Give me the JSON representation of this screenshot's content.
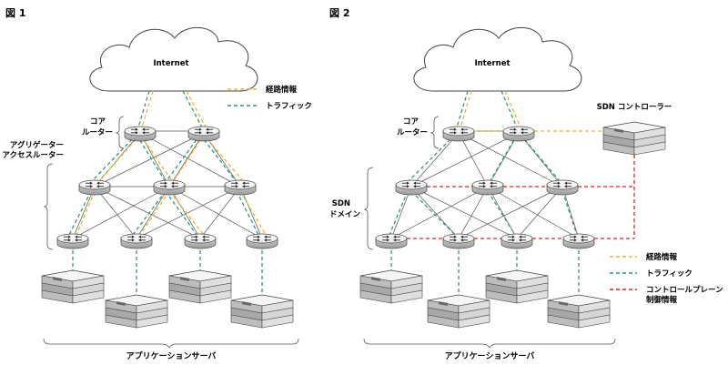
{
  "figure1": {
    "label": "図 1",
    "cloud": "Internet",
    "core_label": [
      "コア",
      "ルーター"
    ],
    "agg_label": [
      "アグリゲーター",
      "アクセスルーター"
    ],
    "legend": [
      {
        "text": "経路情報",
        "color": "#e8b830"
      },
      {
        "text": "トラフィック",
        "color": "#2f9a6e"
      }
    ],
    "bottom_label": "アプリケーションサーバ"
  },
  "figure2": {
    "label": "図 2",
    "cloud": "Internet",
    "core_label": [
      "コア",
      "ルーター"
    ],
    "sdn_label": [
      "SDN",
      "ドメイン"
    ],
    "controller_label": "SDN コントローラー",
    "legend": [
      {
        "text": "経路情報",
        "color": "#e8b830"
      },
      {
        "text": "トラフィック",
        "color": "#2f9a6e"
      },
      {
        "text": "コントロールプレーン",
        "text2": "制御情報",
        "color": "#d8272a"
      }
    ],
    "bottom_label": "アプリケーションサーバ"
  },
  "colors": {
    "route": "#e8b830",
    "traffic": "#2f9a6e",
    "control": "#d8272a",
    "line": "#555555"
  }
}
